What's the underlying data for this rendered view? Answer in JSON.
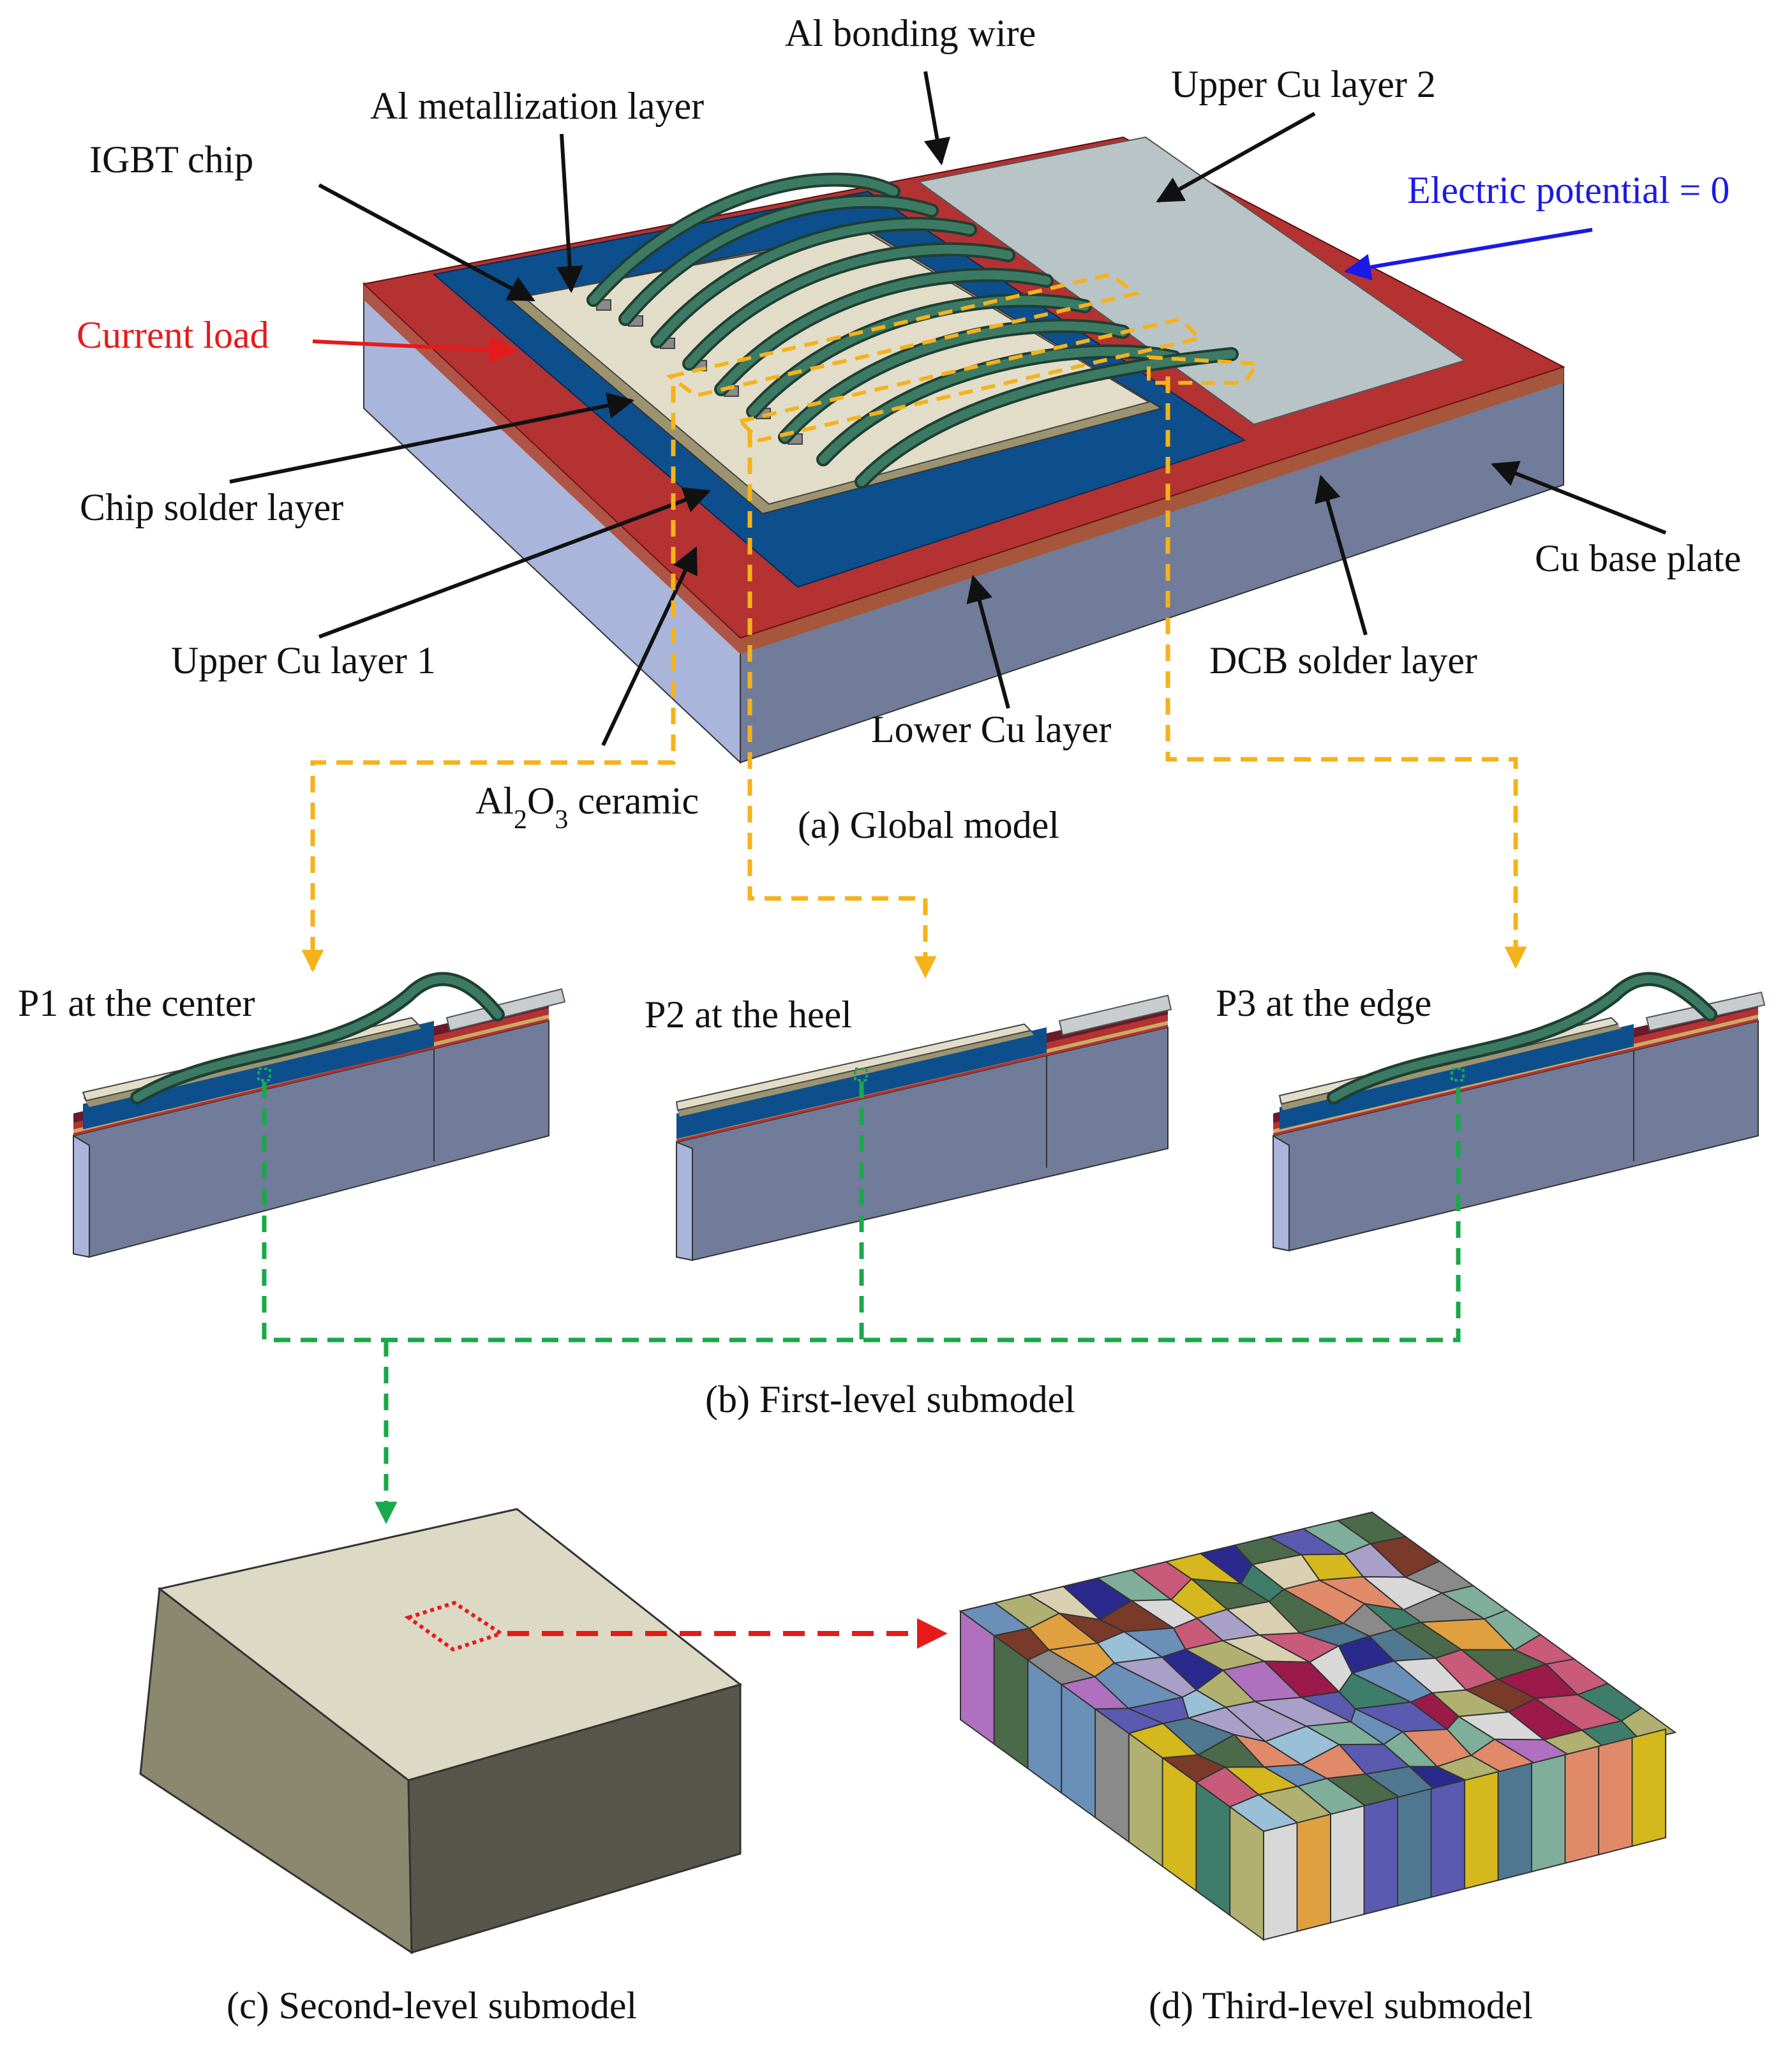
{
  "labels": {
    "al_bonding_wire": "Al bonding wire",
    "upper_cu_layer_2": "Upper Cu layer 2",
    "al_metallization_layer": "Al metallization layer",
    "igbt_chip": "IGBT chip",
    "electric_potential": "Electric potential = 0",
    "current_load": "Current load",
    "chip_solder_layer": "Chip solder layer",
    "cu_base_plate": "Cu base plate",
    "upper_cu_layer_1": "Upper Cu layer 1",
    "dcb_solder_layer": "DCB solder layer",
    "lower_cu_layer": "Lower Cu layer",
    "al2o3_prefix": "Al",
    "al2o3_sub1": "2",
    "al2o3_mid": "O",
    "al2o3_sub2": "3",
    "al2o3_suffix": " ceramic"
  },
  "captions": {
    "global_model": "(a) Global model",
    "first_level": "(b) First-level submodel",
    "second_level": "(c) Second-level submodel",
    "third_level": "(d) Third-level submodel"
  },
  "submodels": {
    "p1": "P1 at the center",
    "p2": "P2 at the heel",
    "p3": "P3 at the edge"
  },
  "colors": {
    "electric_potential_text": "#1a1ae6",
    "current_load_text": "#e61a1a",
    "orange_dash": "#f5b21b",
    "green_dash": "#1aa84a",
    "red_dash": "#e61a1a",
    "upper_cu": "#b43232",
    "dcb_blue": "#0d4f8c",
    "chip": "#e2ddc8",
    "wire": "#2e5e4e",
    "base_plate": "#8a96b8"
  }
}
